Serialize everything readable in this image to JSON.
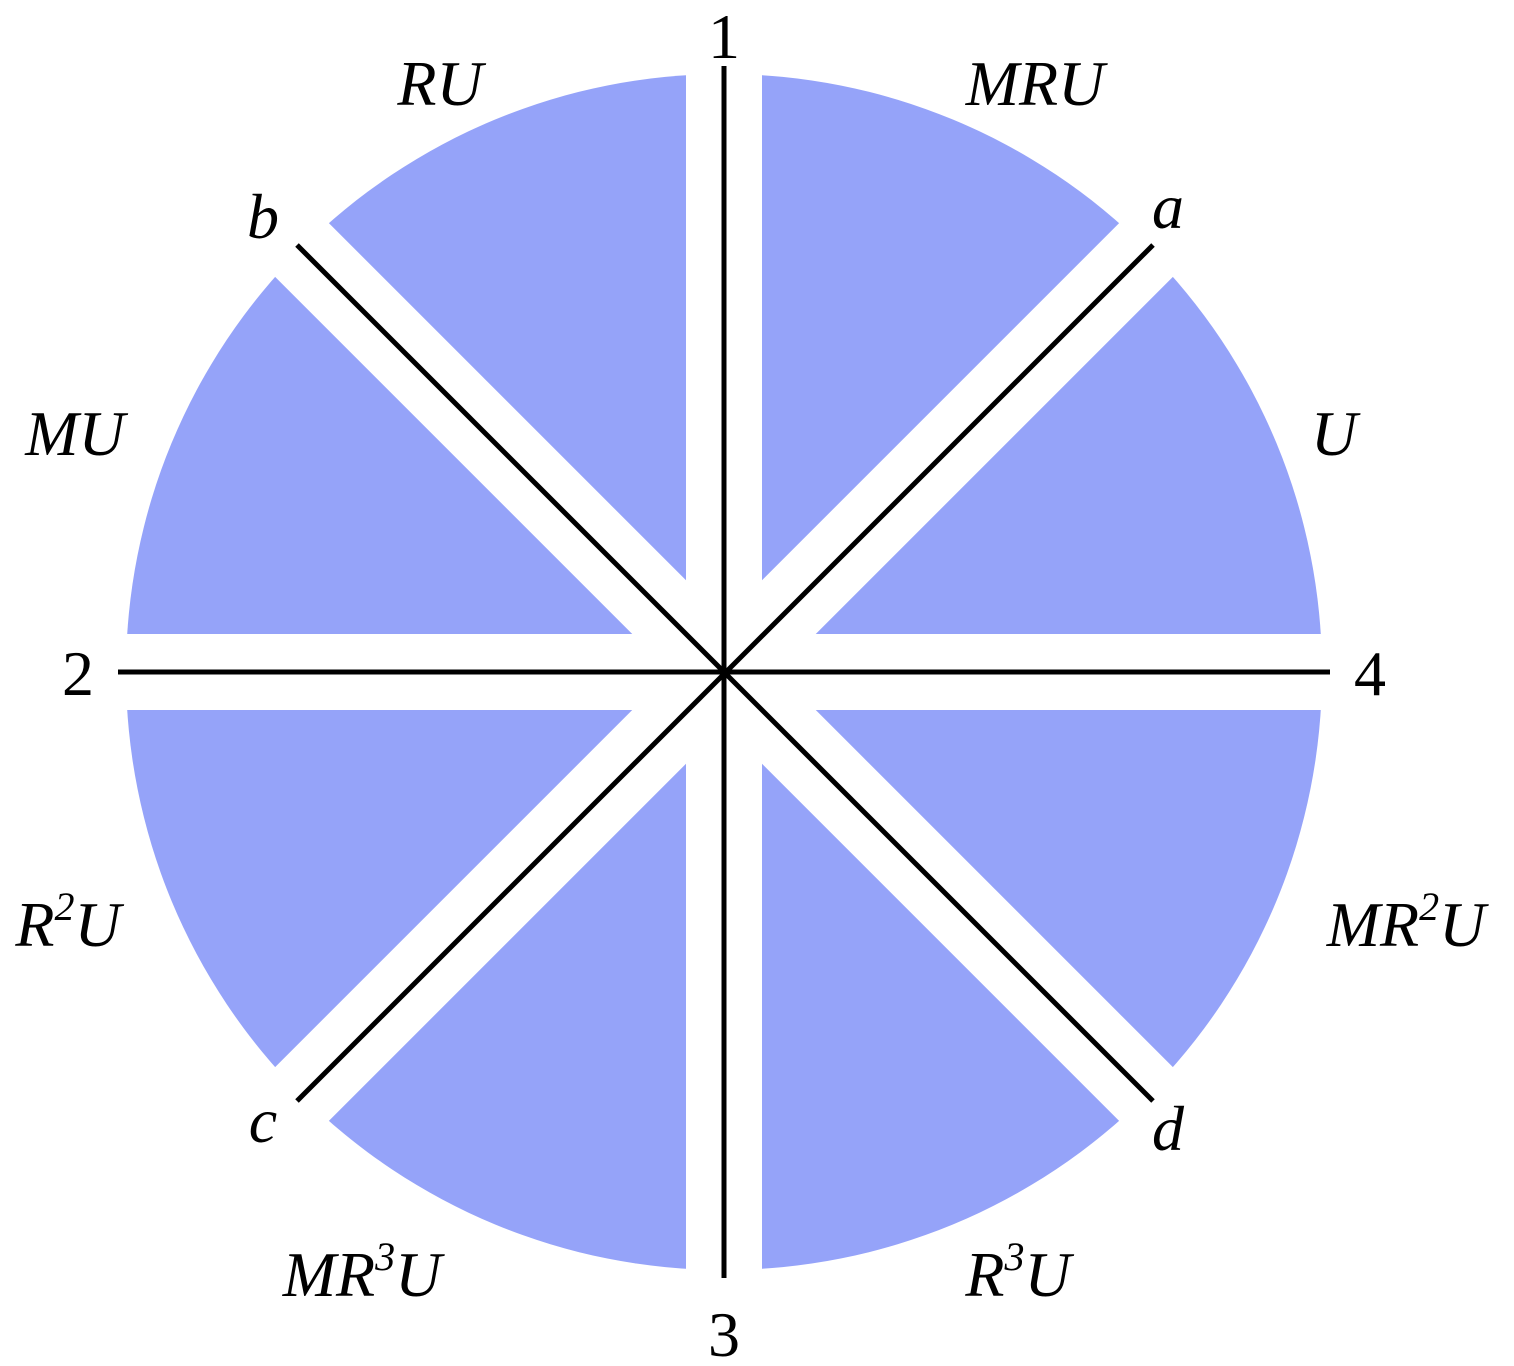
{
  "colors": {
    "wedge_fill": "#95a3f9",
    "line": "#000000",
    "background": "#ffffff"
  },
  "axis_labels": {
    "top": "1",
    "left": "2",
    "bottom": "3",
    "right": "4",
    "upper_right": "a",
    "upper_left": "b",
    "lower_left": "c",
    "lower_right": "d"
  },
  "regions": {
    "top_left": "RU",
    "top_right": "MRU",
    "left_upper": "MU",
    "right_upper": "U",
    "left_lower": {
      "base": "R",
      "sup": "2",
      "tail": "U"
    },
    "right_lower": {
      "pre": "MR",
      "sup": "2",
      "tail": "U"
    },
    "bottom_left": {
      "pre": "MR",
      "sup": "3",
      "tail": "U"
    },
    "bottom_right": {
      "base": "R",
      "sup": "3",
      "tail": "U"
    }
  }
}
